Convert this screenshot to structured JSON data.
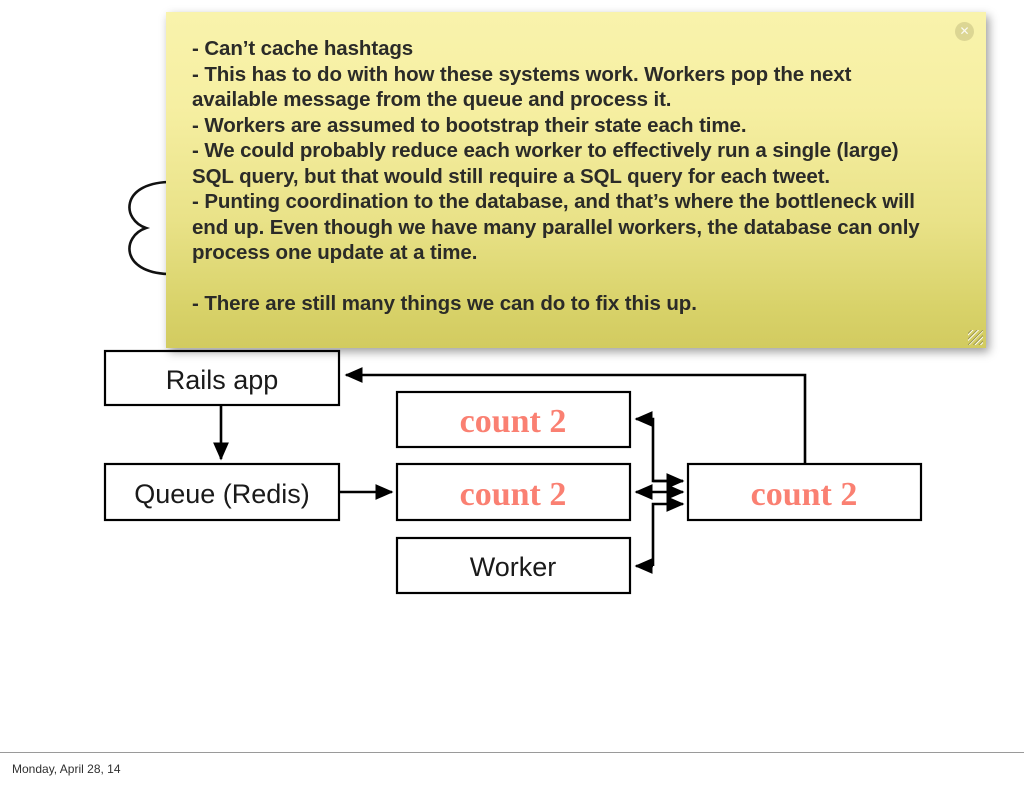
{
  "slide": {
    "note": {
      "text": "- Can’t cache hashtags\n- This has to do with how these systems work. Workers pop the next\navailable message from the queue and process it.\n- Workers are assumed to bootstrap their state each time.\n- We could probably reduce each worker to effectively run a single (large)\nSQL query, but that would still require a SQL query for each tweet.\n- Punting coordination to the database, and that’s where the bottleneck will\nend up. Even though we have many parallel workers, the database can only\nprocess one update at a time.\n\n- There are still many things we can do to fix this up.",
      "close_glyph": "✕",
      "bg_top_color": "#f9f3ac",
      "bg_bottom_color": "#d2cb60",
      "text_color": "#2b2b28"
    },
    "diagram": {
      "boxes": [
        {
          "id": "rails-app",
          "label": "Rails app",
          "style": "plain"
        },
        {
          "id": "queue-redis",
          "label": "Queue (Redis)",
          "style": "plain"
        },
        {
          "id": "worker-top",
          "label": "count 2",
          "style": "count"
        },
        {
          "id": "worker-middle",
          "label": "count 2",
          "style": "count"
        },
        {
          "id": "worker-bottom",
          "label": "Worker",
          "style": "plain"
        },
        {
          "id": "database",
          "label": "count 2",
          "style": "count"
        }
      ],
      "count_color": "#fa8072",
      "plain_color": "#1a1a1a",
      "stroke_color": "#000000"
    }
  },
  "footer": {
    "date": "Monday, April 28, 14"
  }
}
